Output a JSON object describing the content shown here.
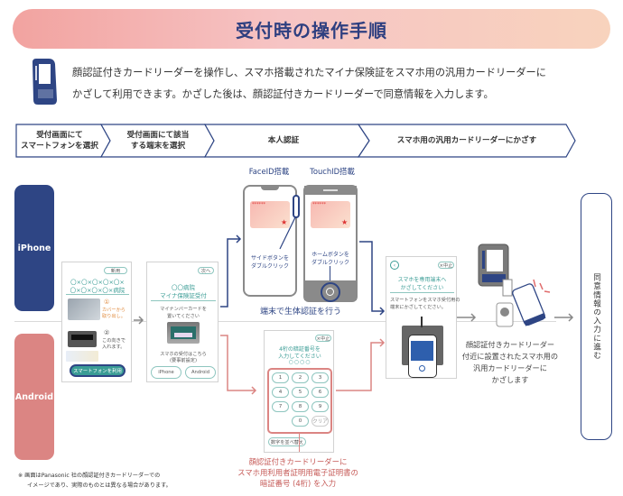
{
  "title": "受付時の操作手順",
  "intro": {
    "icon": "card-reader-icon",
    "lines": [
      "顔認証付きカードリーダーを操作し、スマホ搭載されたマイナ保険証をスマホ用の汎用カードリーダーに",
      "かざして利用できます。かざした後は、顔認証付きカードリーダーで同意情報を入力します。"
    ]
  },
  "steps": [
    {
      "line1": "受付画面にて",
      "line2": "スマートフォンを選択"
    },
    {
      "line1": "受付画面にて該当",
      "line2": "する端末を選択"
    },
    {
      "line1": "本人認証",
      "line2": ""
    },
    {
      "line1": "スマホ用の汎用カードリーダーにかざす",
      "line2": ""
    }
  ],
  "rails": {
    "iphone": "iPhone",
    "android": "Android"
  },
  "screen1": {
    "tag": "新用",
    "hospital_line1": "〇×〇×〇×〇×〇×",
    "hospital_line2": "〇×〇×〇×〇×病院",
    "step1_num": "①",
    "step1_text1": "カバーから",
    "step1_text2": "取り出し。",
    "step2_num": "②",
    "step2_text1": "この向きで",
    "step2_text2": "入れます。",
    "button": "スマートフォンを利用"
  },
  "screen2": {
    "tag": "次へ",
    "title1": "〇〇病院",
    "title2": "マイナ保険証受付",
    "instr1": "マイナンバーカードを",
    "instr2": "置いてください",
    "note1": "スマホの受付はこちら",
    "note2": "(要事前設定)",
    "btn_iphone": "iPhone",
    "btn_android": "Android"
  },
  "faceid": {
    "label": "FaceID搭載",
    "hint1": "サイドボタンを",
    "hint2": "ダブルクリック",
    "card_stars": "******"
  },
  "touchid": {
    "label": "TouchID搭載",
    "hint1": "ホームボタンを",
    "hint2": "ダブルクリック",
    "card_stars": "******"
  },
  "biometric_caption": "端末で生体認証を行う",
  "pin_screen": {
    "tag": "×中止",
    "title1": "4桁の暗証番号を",
    "title2": "入力してください",
    "dots": "○○○○",
    "keys": [
      "1",
      "2",
      "3",
      "4",
      "5",
      "6",
      "7",
      "8",
      "9",
      "0",
      "クリア"
    ],
    "shuffle": "数字を並べ替え"
  },
  "pin_caption": [
    "顔認証付きカードリーダーに",
    "スマホ用利用者証明用電子証明書の",
    "暗証番号 (4桁) を入力"
  ],
  "hold_screen": {
    "tag": "×中止",
    "title1": "スマホを専用端末へ",
    "title2": "かざしてください",
    "instr1": "スマートフォンをスマホ受付用の",
    "instr2": "端末にかざしてください。"
  },
  "reader_caption": [
    "顔認証付きカードリーダー",
    "付近に設置されたスマホ用の",
    "汎用カードリーダーに",
    "かざします"
  ],
  "final_step": "同意情報の入力に進む",
  "footnote": [
    "※ 画面はPanasonic 社の顔認証付きカードリーダーでの",
    "イメージであり、実際のものとは異なる場合があります。"
  ],
  "colors": {
    "navy": "#2e4584",
    "coral": "#db8583",
    "teal": "#3a9c95",
    "banner_start": "#f2a3a0",
    "banner_end": "#f8d3bd"
  }
}
